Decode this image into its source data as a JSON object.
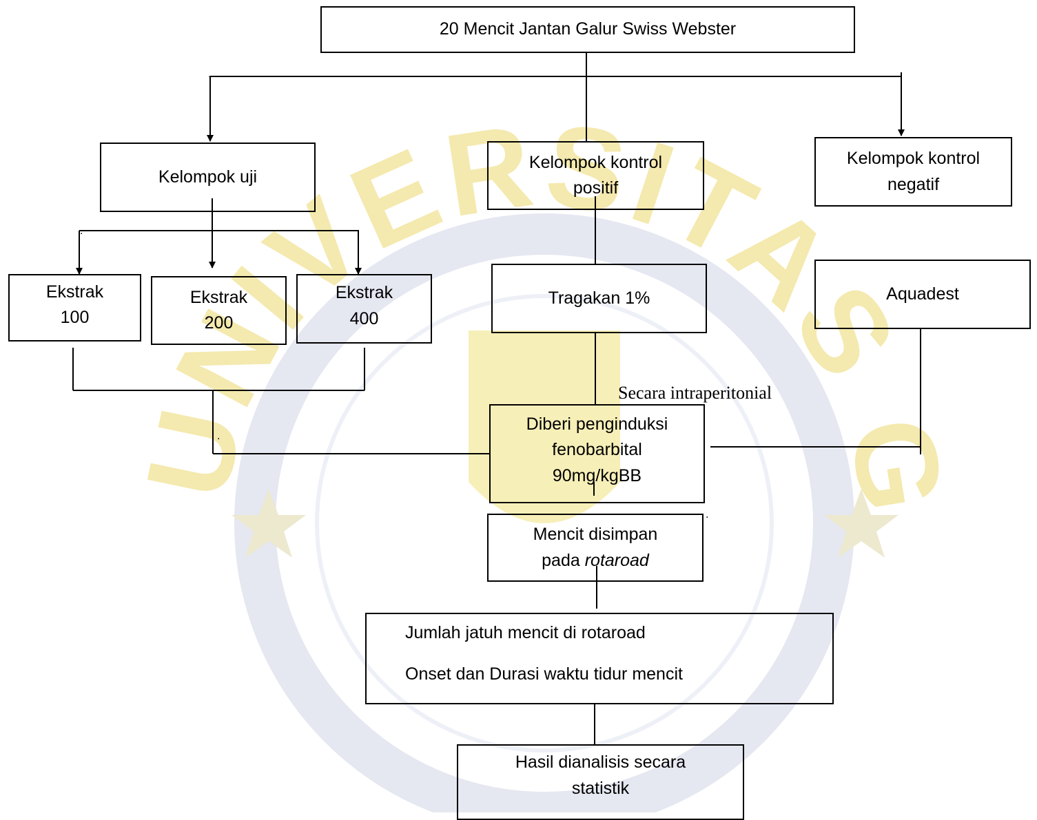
{
  "watermark": {
    "text": "UNIVERSITAS GARUT",
    "color": "#f2e08a",
    "ring_color": "#cfd3e6"
  },
  "nodes": {
    "root": [
      "20 Mencit Jantan Galur Swiss Webster"
    ],
    "uji": [
      "Kelompok uji"
    ],
    "kontrol_pos": [
      "Kelompok kontrol",
      "positif"
    ],
    "kontrol_neg": [
      "Kelompok kontrol",
      "negatif"
    ],
    "ekstrak_100": [
      "Ekstrak",
      "100"
    ],
    "ekstrak_200": [
      "Ekstrak",
      "200"
    ],
    "ekstrak_400": [
      "Ekstrak",
      "400"
    ],
    "tragakan": [
      "Tragakan 1%"
    ],
    "aquadest": [
      "Aquadest"
    ],
    "induksi": [
      "Diberi penginduksi",
      "fenobarbital",
      "90mg/kgBB"
    ],
    "rotaroad": [
      "Mencit disimpan",
      "pada ",
      "rotaroad"
    ],
    "hasil_ukur": [
      "Jumlah jatuh mencit di rotaroad",
      "Onset dan Durasi waktu tidur mencit"
    ],
    "analisis": [
      "Hasil dianalisis secara",
      "statistik"
    ]
  },
  "annotation": "Secara intraperitonial",
  "stray_marks": [
    ".",
    ".",
    ".",
    "."
  ]
}
